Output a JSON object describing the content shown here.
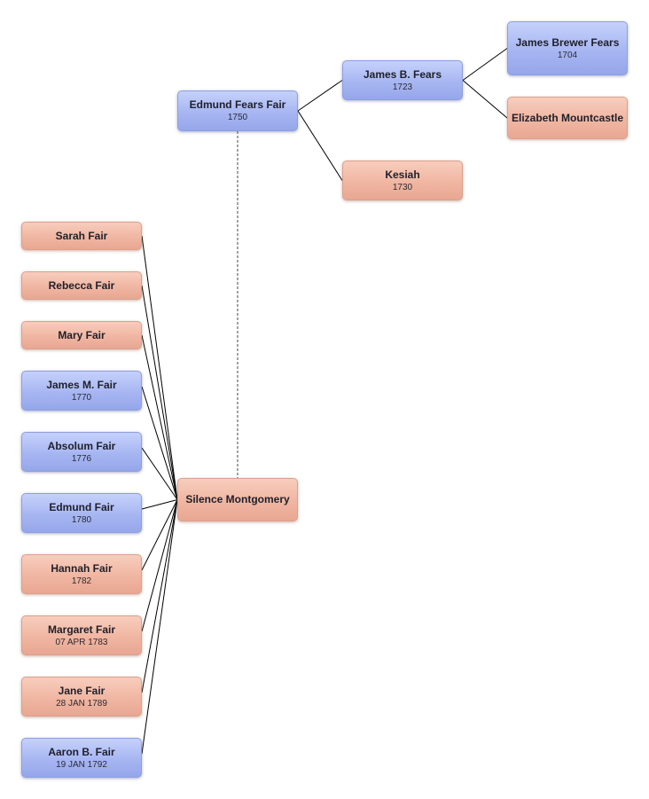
{
  "colors": {
    "male": "#a7b6f2",
    "female": "#f0b6a2",
    "line": "#000000",
    "spouse_line": "#666666"
  },
  "people": {
    "edmund_fears_fair": {
      "name": "Edmund Fears Fair",
      "year": "1750",
      "sex": "male"
    },
    "james_b_fears": {
      "name": "James B. Fears",
      "year": "1723",
      "sex": "male"
    },
    "kesiah": {
      "name": "Kesiah",
      "year": "1730",
      "sex": "female"
    },
    "james_brewer_fears": {
      "name": "James Brewer Fears",
      "year": "1704",
      "sex": "male"
    },
    "elizabeth_mountcastle": {
      "name": "Elizabeth Mountcastle",
      "year": "",
      "sex": "female"
    },
    "silence_montgomery": {
      "name": "Silence Montgomery",
      "year": "",
      "sex": "female"
    },
    "sarah_fair": {
      "name": "Sarah Fair",
      "year": "",
      "sex": "female"
    },
    "rebecca_fair": {
      "name": "Rebecca Fair",
      "year": "",
      "sex": "female"
    },
    "mary_fair": {
      "name": "Mary Fair",
      "year": "",
      "sex": "female"
    },
    "james_m_fair": {
      "name": "James M. Fair",
      "year": "1770",
      "sex": "male"
    },
    "absolum_fair": {
      "name": "Absolum Fair",
      "year": "1776",
      "sex": "male"
    },
    "edmund_fair": {
      "name": "Edmund Fair",
      "year": "1780",
      "sex": "male"
    },
    "hannah_fair": {
      "name": "Hannah Fair",
      "year": "1782",
      "sex": "female"
    },
    "margaret_fair": {
      "name": "Margaret Fair",
      "year": "07 APR 1783",
      "sex": "female"
    },
    "jane_fair": {
      "name": "Jane Fair",
      "year": "28 JAN 1789",
      "sex": "female"
    },
    "aaron_b_fair": {
      "name": "Aaron B. Fair",
      "year": "19 JAN 1792",
      "sex": "male"
    }
  },
  "relations": {
    "parents": [
      {
        "child": "edmund_fears_fair",
        "parent": "james_b_fears"
      },
      {
        "child": "edmund_fears_fair",
        "parent": "kesiah"
      },
      {
        "child": "james_b_fears",
        "parent": "james_brewer_fears"
      },
      {
        "child": "james_b_fears",
        "parent": "elizabeth_mountcastle"
      }
    ],
    "children": [
      {
        "parent": "silence_montgomery",
        "child": "sarah_fair"
      },
      {
        "parent": "silence_montgomery",
        "child": "rebecca_fair"
      },
      {
        "parent": "silence_montgomery",
        "child": "mary_fair"
      },
      {
        "parent": "silence_montgomery",
        "child": "james_m_fair"
      },
      {
        "parent": "silence_montgomery",
        "child": "absolum_fair"
      },
      {
        "parent": "silence_montgomery",
        "child": "edmund_fair"
      },
      {
        "parent": "silence_montgomery",
        "child": "hannah_fair"
      },
      {
        "parent": "silence_montgomery",
        "child": "margaret_fair"
      },
      {
        "parent": "silence_montgomery",
        "child": "jane_fair"
      },
      {
        "parent": "silence_montgomery",
        "child": "aaron_b_fair"
      }
    ],
    "spouses": [
      {
        "a": "edmund_fears_fair",
        "b": "silence_montgomery"
      }
    ]
  }
}
